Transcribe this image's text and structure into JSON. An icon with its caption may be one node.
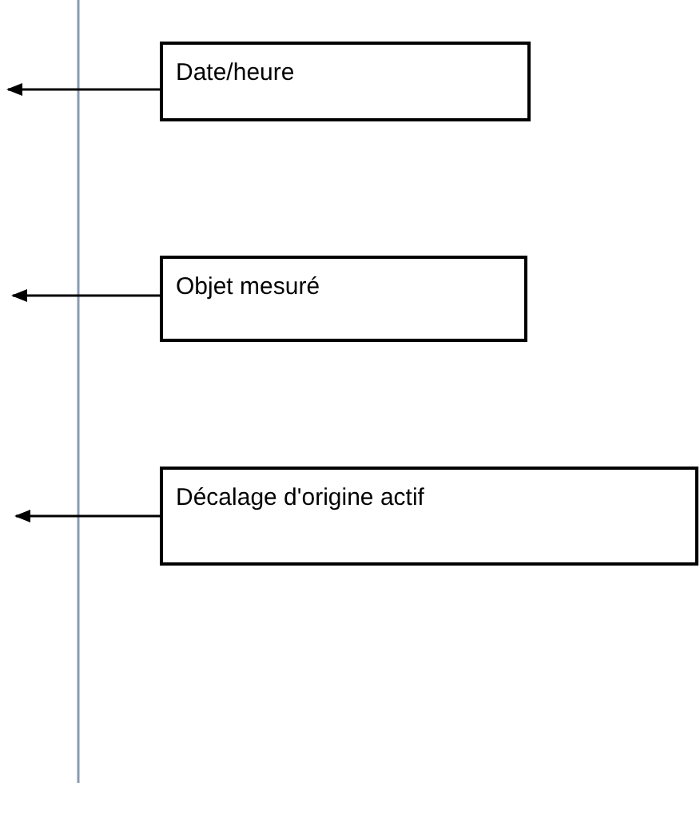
{
  "diagram": {
    "nodes": [
      {
        "text": [
          "Date/heure"
        ]
      },
      {
        "text": [
          "Objet mesuré"
        ]
      },
      {
        "text": [
          "Décalage d'origine actif"
        ]
      }
    ],
    "edges": [
      {
        "from": 0,
        "to": null,
        "arrow": "to"
      },
      {
        "from": 1,
        "to": null,
        "arrow": "to"
      },
      {
        "from": 2,
        "to": null,
        "arrow": "to"
      }
    ]
  }
}
